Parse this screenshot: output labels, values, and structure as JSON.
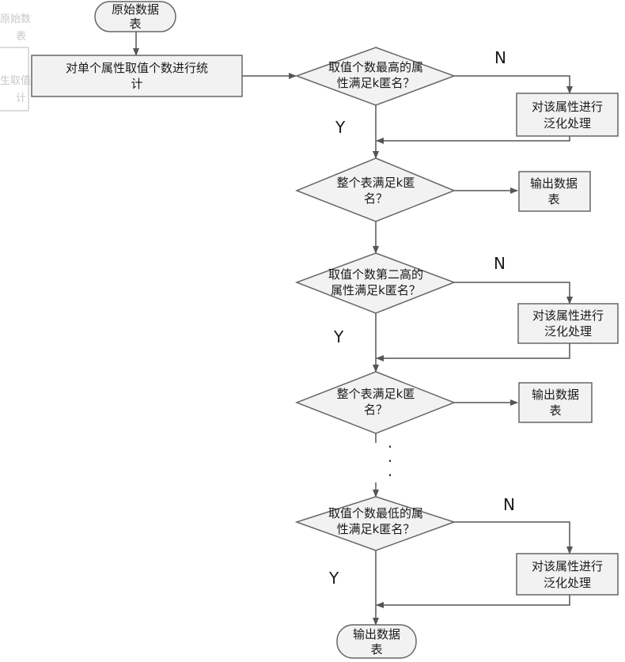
{
  "colors": {
    "box_fill": "#f2f2f2",
    "stroke": "#666666",
    "arrow": "#555555",
    "ghost": "#d0d0d0"
  },
  "ghost": {
    "line1": "原始数",
    "line2": "表",
    "line3": "生取值",
    "line4": "计"
  },
  "nodes": {
    "start": [
      "原始数据",
      "表"
    ],
    "count": [
      "对单个属性取值个数进行统",
      "计"
    ],
    "d1": [
      "取值个数最高的属",
      "性满足k匿名？"
    ],
    "g1": [
      "对该属性进行",
      "泛化处理"
    ],
    "d2": [
      "整个表满足k匿",
      "名？"
    ],
    "o2": [
      "输出数据",
      "表"
    ],
    "d3": [
      "取值个数第二高的",
      "属性满足k匿名？"
    ],
    "g3": [
      "对该属性进行",
      "泛化处理"
    ],
    "d4": [
      "整个表满足k匿",
      "名？"
    ],
    "o4": [
      "输出数据",
      "表"
    ],
    "ellipsis": [
      "·",
      "·",
      "·"
    ],
    "d5": [
      "取值个数最低的属",
      "性满足k匿名？"
    ],
    "g5": [
      "对该属性进行",
      "泛化处理"
    ],
    "end": [
      "输出数据",
      "表"
    ]
  },
  "labels": {
    "n1": "N",
    "y1": "Y",
    "n3": "N",
    "y3": "Y",
    "n5": "N",
    "y5": "Y"
  }
}
